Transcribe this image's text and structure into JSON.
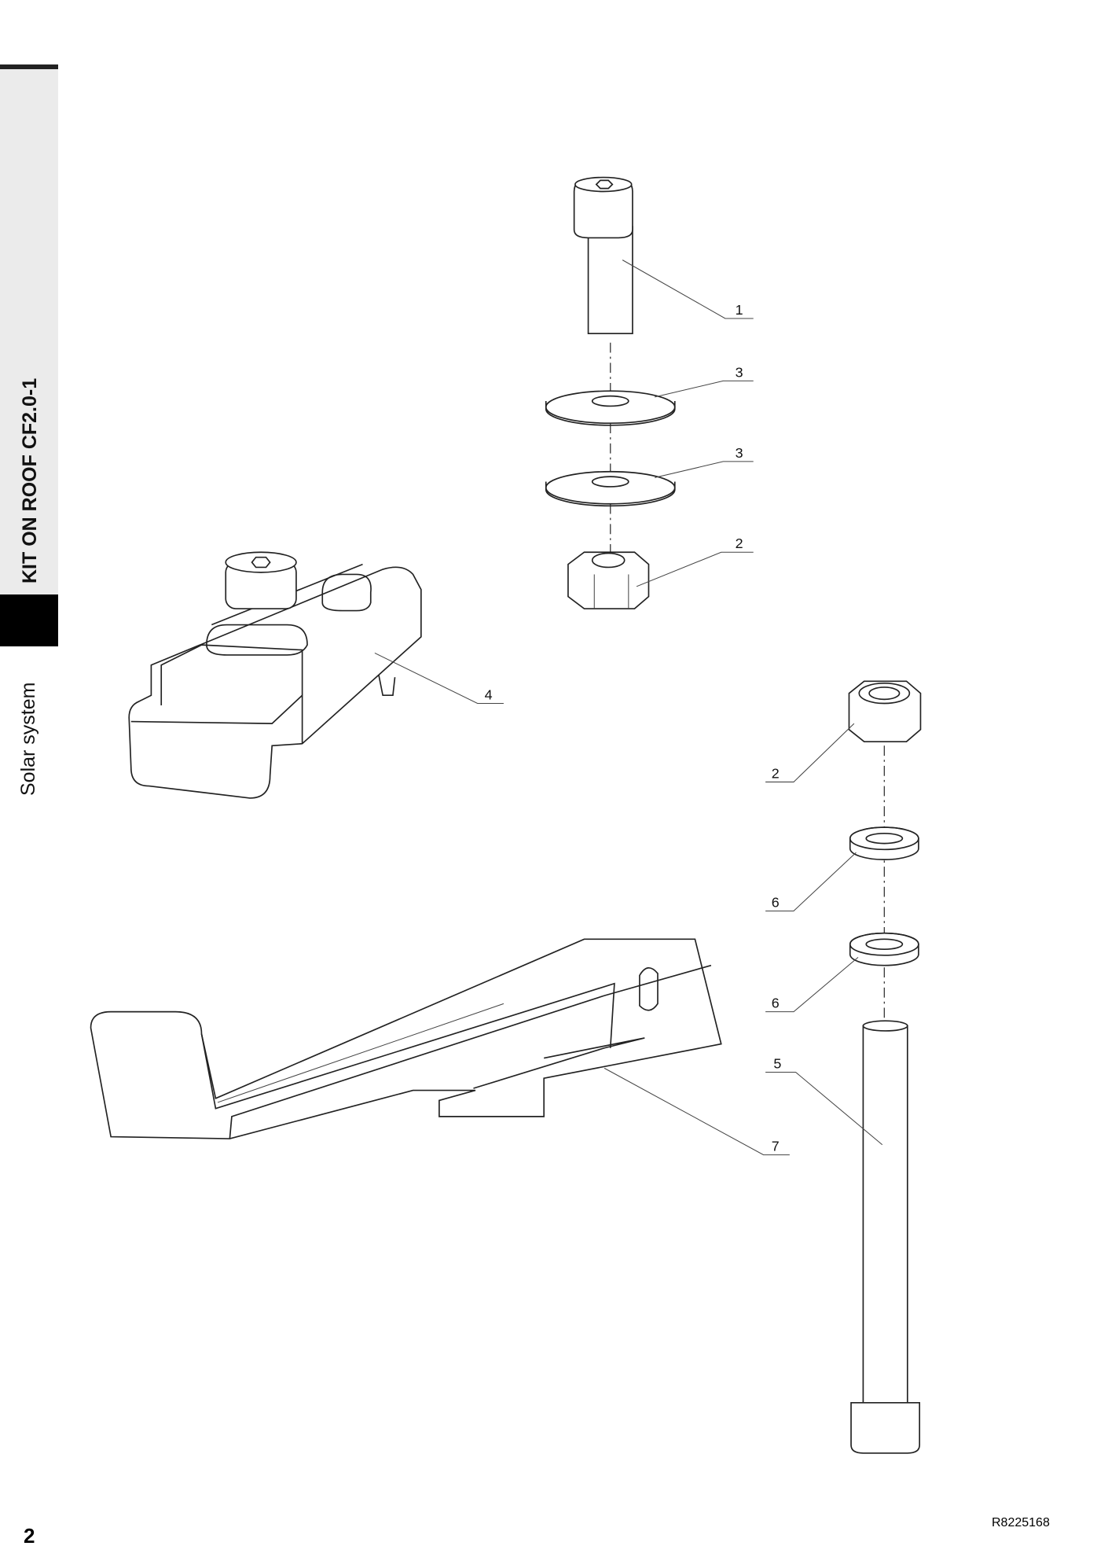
{
  "sidebar": {
    "title": "KIT ON ROOF CF2.0-1",
    "section": "Solar system"
  },
  "footer": {
    "page_number": "2",
    "doc_ref": "R8225168"
  },
  "callouts": [
    "1",
    "3",
    "3",
    "2",
    "4",
    "2",
    "6",
    "6",
    "5",
    "7"
  ]
}
